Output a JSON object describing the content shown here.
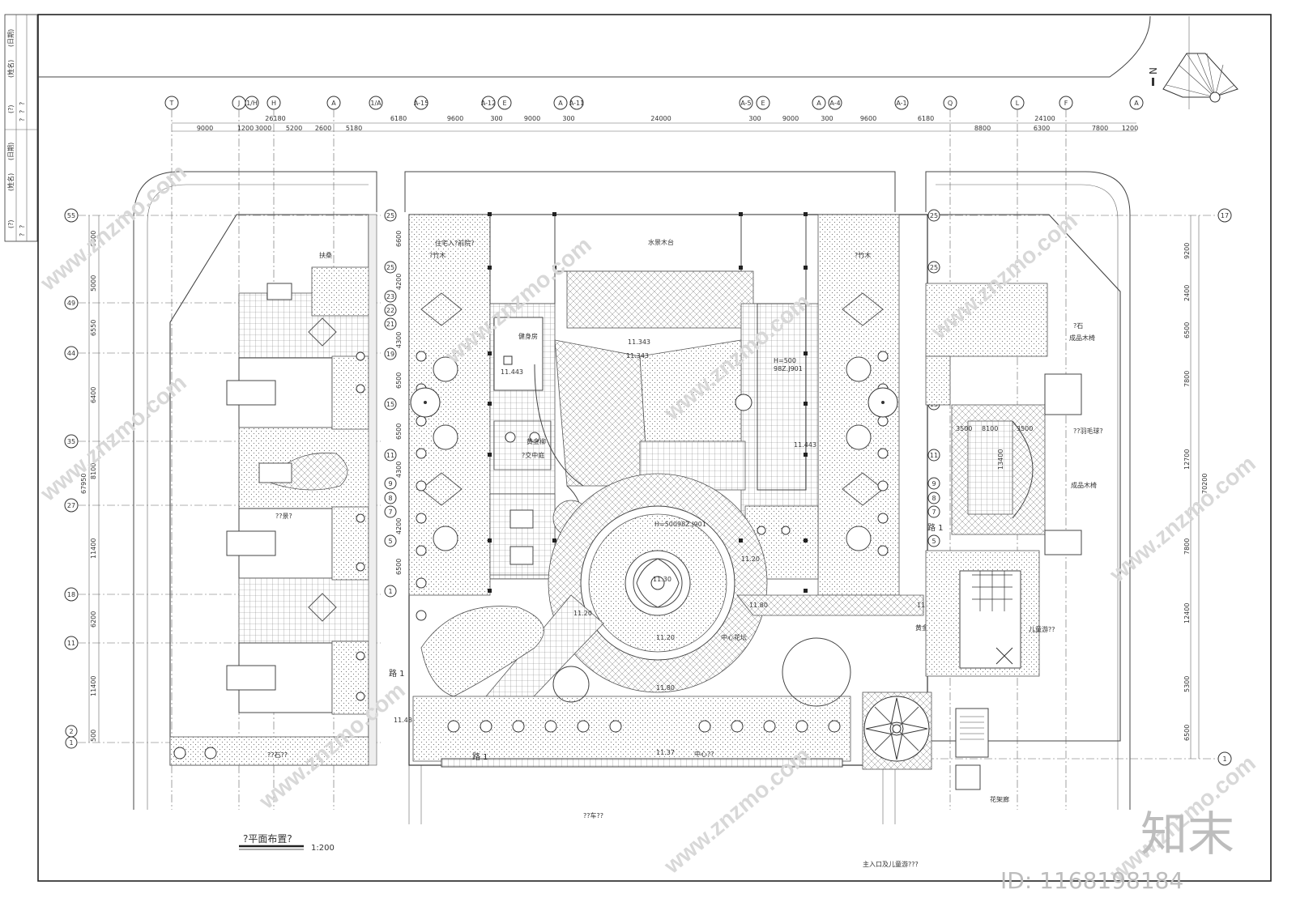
{
  "drawing": {
    "title_plan": "?平面布置?",
    "scale": "1:200",
    "watermark": "www.znzmo.com",
    "brand_logo": "知末",
    "id_label": "ID: 1168198184"
  },
  "title_block": {
    "cells": [
      "(日期)",
      "(姓名)",
      "(?)",
      "?",
      "?",
      "?",
      "(日期)",
      "(姓名)",
      "(?)",
      "?",
      "?"
    ]
  },
  "north_label": "N",
  "top_axes": [
    "T",
    "J",
    "1/H",
    "H",
    "A",
    "1/A",
    "A-15",
    "A-12",
    "E",
    "A",
    "A-11",
    "A-5",
    "E",
    "A",
    "A-4",
    "A-1",
    "Q",
    "L",
    "F",
    "A"
  ],
  "top_dims_row1": [
    "26180",
    "6180",
    "9600",
    "300",
    "9000",
    "300",
    "24000",
    "300",
    "9000",
    "300",
    "9600",
    "6180",
    "24100"
  ],
  "top_dims_row2": [
    "9000",
    "1200",
    "3000",
    "5200",
    "2600",
    "5180",
    "8800",
    "6300",
    "7800",
    "1200"
  ],
  "left_axes": [
    "55",
    "49",
    "44",
    "35",
    "27",
    "18",
    "11",
    "2",
    "1"
  ],
  "left_dims": [
    "6600",
    "5000",
    "6550",
    "6400",
    "8100",
    "11400",
    "6200",
    "11400",
    "500"
  ],
  "left_total": "67950",
  "right_axes": [
    "17",
    "1"
  ],
  "right_dims": [
    "9200",
    "2400",
    "6500",
    "7800",
    "12700",
    "7800",
    "12400",
    "5300",
    "6500"
  ],
  "right_total": "70200",
  "building_axes": [
    "25",
    "23",
    "22",
    "21",
    "19",
    "15",
    "11",
    "9",
    "8",
    "7",
    "5",
    "1"
  ],
  "building_dims": [
    "6600",
    "4200",
    "4300",
    "6500",
    "6500",
    "4300",
    "4200",
    "6500"
  ],
  "labels": {
    "fuzhuang": "扶桑",
    "yanshi": "?石",
    "chengpin_muyi": "成品木椅",
    "chengpin_muyi2": "成品木椅",
    "zhongzhi": "?竹木",
    "lu1_left": "路 1",
    "lu1_bottom": "路 1",
    "lu1_right": "路 1",
    "tingche": "??车??",
    "zhuzhai_ru": "住宅入?前院?",
    "jianshen": "健身房",
    "jiaohui": "?交中庭",
    "huangjin": "黄金柳",
    "huangjin2": "黄金柳",
    "zhongxin": "中心??",
    "zhulukou": "主入口及儿童游???",
    "huajia": "花架廊",
    "yumaoqiu": "??羽毛球?",
    "ertong": "儿童游??",
    "shuijing": "水景木台",
    "center_label": "中心花坛",
    "elev_a": "11.443",
    "elev_b": "11.343",
    "elev_c": "11.30",
    "elev_d": "11.20",
    "elev_e": "11.80",
    "elev_f": "11.20",
    "elev_g": "11.80",
    "elev_h": "11.40",
    "elev_i": "11.48",
    "elev_j": "11.37",
    "elev_k": "11.443",
    "elev_l": "11.20",
    "hinfo_a": "H=500",
    "hinfo_b": "98Z.J901",
    "hinfo_c": "H=500",
    "hinfo_d": "98Z.J901",
    "pool_w": "8100",
    "pool_h": "13400",
    "pool_a": "3500",
    "pool_b": "3500",
    "road_note": "??石??",
    "garden_note": "??景?"
  }
}
